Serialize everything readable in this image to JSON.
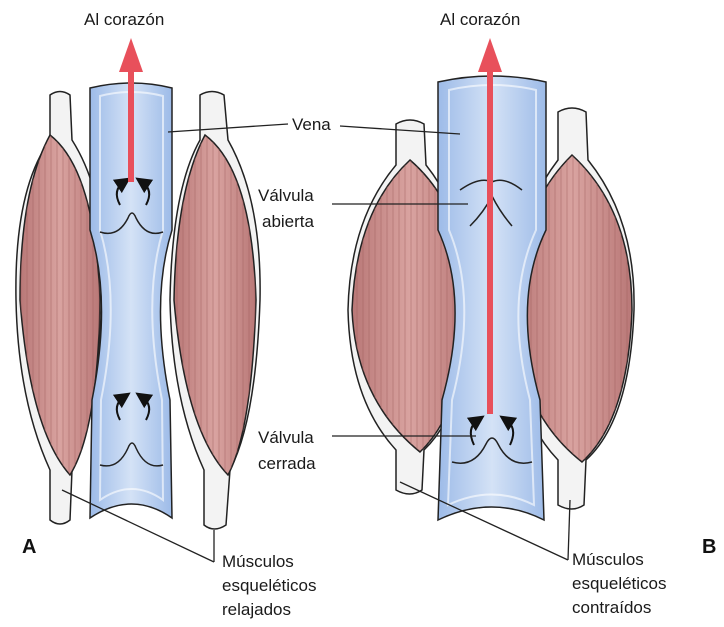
{
  "labels": {
    "to_heart_a": "Al corazón",
    "to_heart_b": "Al corazón",
    "vein": "Vena",
    "valve_open_line1": "Válvula",
    "valve_open_line2": "abierta",
    "valve_closed_line1": "Válvula",
    "valve_closed_line2": "cerrada",
    "relaxed_line1": "Músculos",
    "relaxed_line2": "esqueléticos",
    "relaxed_line3": "relajados",
    "contracted_line1": "Músculos",
    "contracted_line2": "esqueléticos",
    "contracted_line3": "contraídos",
    "panel_a": "A",
    "panel_b": "B"
  },
  "colors": {
    "arrow_red": "#e8505b",
    "vein_blue": "#bcd0ef",
    "vein_blue_dark": "#8fb0e0",
    "muscle_pink": "#c98a88",
    "muscle_stripe": "#9e5c5b",
    "tendon": "#f2f2f2",
    "line": "#222222"
  }
}
